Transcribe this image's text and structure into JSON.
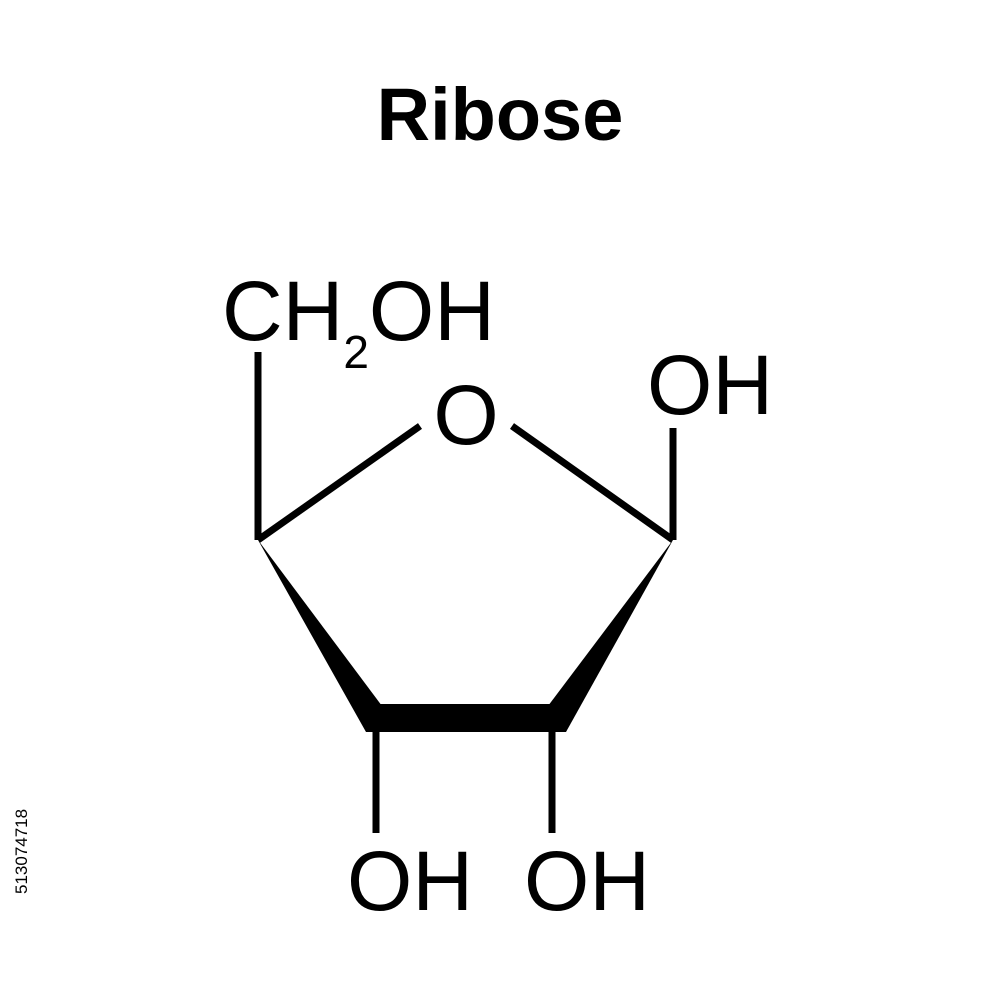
{
  "title": "Ribose",
  "molecule": {
    "ring_oxygen": "O",
    "substituents": {
      "ch2oh_c": "CH",
      "ch2oh_sub": "2",
      "ch2oh_oh": "OH",
      "anomeric_oh": "OH",
      "c3_oh": "OH",
      "c2_oh": "OH"
    }
  },
  "stock_id": "513074718",
  "colors": {
    "ink": "#000000",
    "background": "#ffffff"
  }
}
